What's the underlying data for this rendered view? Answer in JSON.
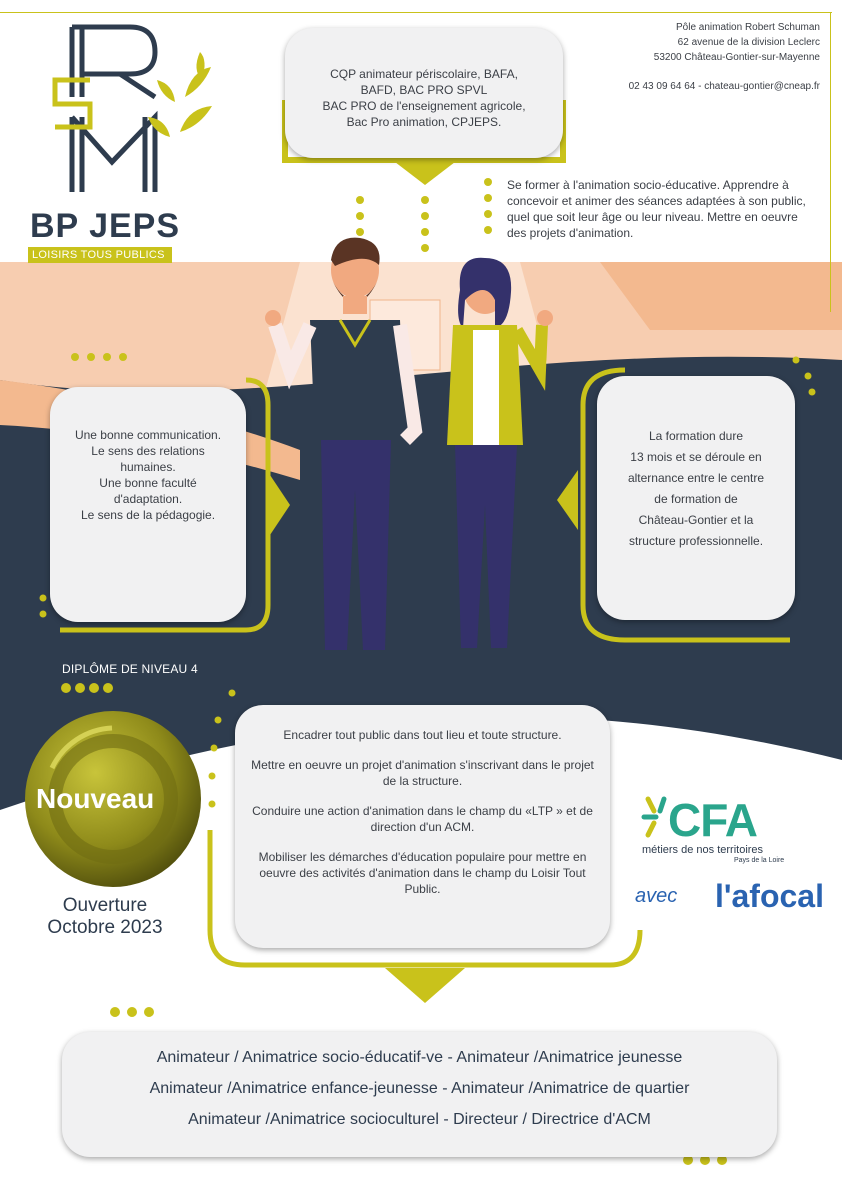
{
  "brand": {
    "monogram": "RSM",
    "title": "BP JEPS",
    "subtitle": "LOISIRS TOUS PUBLICS"
  },
  "contact": {
    "name": "Pôle animation Robert Schuman",
    "address1": "62 avenue de la division Leclerc",
    "address2": "53200 Château-Gontier-sur-Mayenne",
    "phone_email": "02 43 09 64 64 - chateau-gontier@cneap.fr"
  },
  "prerequisites": {
    "lines": [
      "CQP animateur périscolaire, BAFA,",
      "BAFD,  BAC PRO SPVL",
      "BAC PRO de l'enseignement agricole,",
      "Bac Pro animation, CPJEPS."
    ]
  },
  "intro": "Se former à l'animation socio-éducative. Apprendre à concevoir et animer des séances adaptées à son public, quel que soit leur âge ou leur niveau. Mettre en oeuvre des projets d'animation.",
  "qualities": {
    "lines": [
      "Une bonne communication.",
      "Le sens des relations",
      "humaines.",
      "Une bonne faculté",
      "d'adaptation.",
      "Le sens de la pédagogie."
    ]
  },
  "duration": {
    "lines": [
      "La formation dure",
      "13 mois et se déroule en",
      "alternance entre le centre",
      "de formation de",
      "Château-Gontier et la",
      "structure professionnelle."
    ]
  },
  "level": "DIPLÔME DE NIVEAU 4",
  "badge": {
    "label": "Nouveau",
    "opening_line1": "Ouverture",
    "opening_line2": "Octobre 2023"
  },
  "skills": [
    "Encadrer tout public dans tout lieu et toute structure.",
    "Mettre en oeuvre un projet d'animation s'inscrivant dans le projet de la structure.",
    "Conduire une action d'animation dans le champ du «LTP » et de direction d'un ACM.",
    "Mobiliser les démarches d'éducation populaire pour mettre en oeuvre des activités d'animation dans le champ du Loisir Tout Public."
  ],
  "partners": {
    "cfa": "CFA",
    "cfa_tagline": "métiers de nos territoires",
    "cfa_region": "Pays de la Loire",
    "avec": "avec",
    "afocal": "l'afocal"
  },
  "jobs": [
    "Animateur / Animatrice socio-éducatif-ve - Animateur /Animatrice jeunesse",
    "Animateur /Animatrice enfance-jeunesse - Animateur /Animatrice de quartier",
    "Animateur /Animatrice socioculturel - Directeur / Directrice d'ACM"
  ],
  "colors": {
    "navy": "#2e3c4e",
    "accent": "#c9c21b",
    "peach": "#f6c9a8",
    "bubble": "#f1f1f2",
    "cfa_green": "#2aa58c",
    "afocal_blue": "#2a63b1"
  }
}
